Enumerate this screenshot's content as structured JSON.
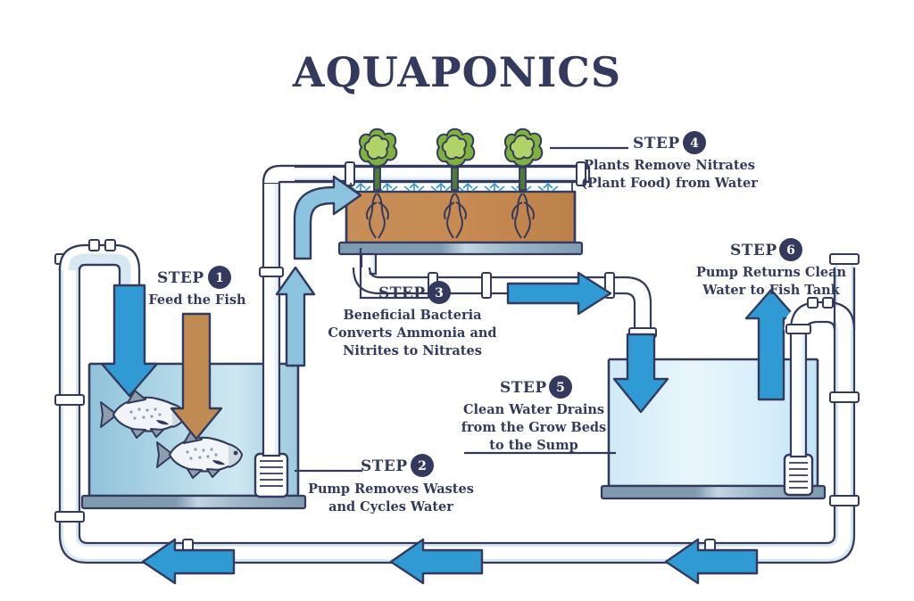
{
  "title": "AQUAPONICS",
  "palette": {
    "navy": "#343a5e",
    "arrow_blue": "#2f9ad4",
    "arrow_blue_light": "#8cc3de",
    "feed_brown": "#c08b53",
    "pipe_fill": "#ffffff",
    "pipe_shadow": "#d8e8f2",
    "tank_water": "#9cc9dd",
    "sump_water": "#d3ecf7",
    "soil_brown": "#c48b55",
    "plant_green": "#9ac45a",
    "plant_green_dark": "#6aa84f",
    "base_gray": "#7f9bb0",
    "fish_body": "#f2f5f7",
    "fish_fin": "#8d9fae"
  },
  "steps": [
    {
      "id": "step-1",
      "word": "STEP",
      "number": "1",
      "lines": [
        "Feed the Fish"
      ]
    },
    {
      "id": "step-2",
      "word": "STEP",
      "number": "2",
      "lines": [
        "Pump Removes Wastes",
        "and Cycles Water"
      ]
    },
    {
      "id": "step-3",
      "word": "STEP",
      "number": "3",
      "lines": [
        "Beneficial Bacteria",
        "Converts Ammonia and",
        "Nitrites to Nitrates"
      ]
    },
    {
      "id": "step-4",
      "word": "STEP",
      "number": "4",
      "lines": [
        "Plants Remove Nitrates",
        "(Plant Food) from Water"
      ]
    },
    {
      "id": "step-5",
      "word": "STEP",
      "number": "5",
      "lines": [
        "Clean Water Drains",
        "from the Grow Beds",
        "to the Sump"
      ]
    },
    {
      "id": "step-6",
      "word": "STEP",
      "number": "6",
      "lines": [
        "Pump Returns Clean",
        "Water to Fish Tank"
      ]
    }
  ],
  "components": {
    "fish_tank": "fish-tank",
    "sump_tank": "sump-tank",
    "grow_bed": "grow-bed",
    "plants_count": 3,
    "fish_count": 2,
    "return_arrows_count": 3
  }
}
